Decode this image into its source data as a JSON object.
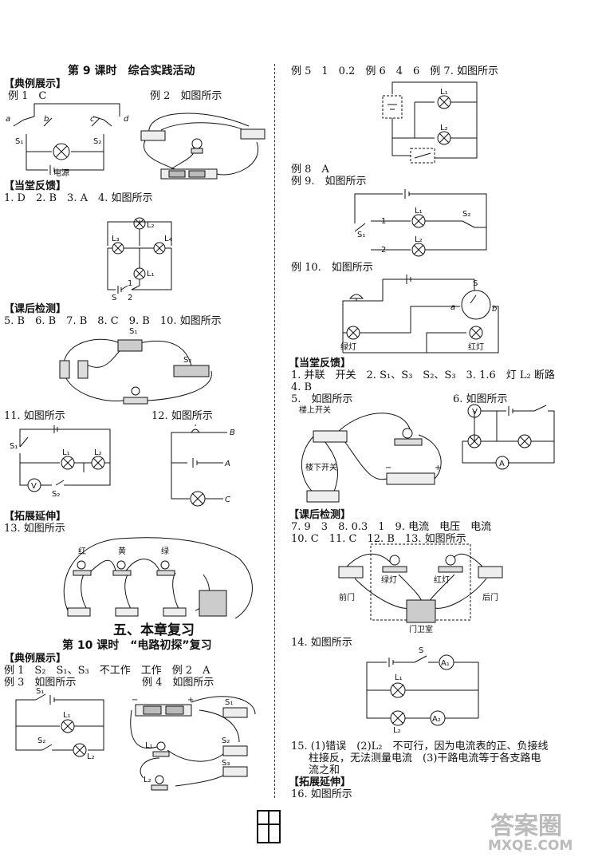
{
  "left": {
    "title": "第 9 课时　综合实践活动",
    "h1": "【典例展示】",
    "ex1": "例 1　C",
    "ex2": "例 2　如图所示",
    "h2": "【当堂反馈】",
    "fb": "1. D　2. B　3. A　4. 如图所示",
    "h3": "【课后检测】",
    "hw": "5. B　6. B　7. B　8. C　9. B　10. 如图所示",
    "q11": "11. 如图所示",
    "q12": "12. 如图所示",
    "h4": "【拓展延伸】",
    "q13": "13. 如图所示",
    "colors": [
      "红",
      "黄",
      "绿"
    ],
    "review": "五、本章复习",
    "title10": "第 10 课时　“电路初探”复习",
    "h5": "【典例展示】",
    "l1": "例 1　S₂　S₁、S₃　不工作　工作　例 2　A",
    "l2": "例 3　如图所示",
    "l2b": "例 4　如图所示"
  },
  "right": {
    "r1": "例 5　1　0.2　例 6　4　6　例 7. 如图所示",
    "r2": "例 8　A",
    "r3": "例 9.　如图所示",
    "r4": "例 10.　如图所示",
    "green": "绿灯",
    "red": "红灯",
    "h1": "【当堂反馈】",
    "f1": "1. 并联　开关　2. S₁、S₃　S₂、S₃　3. 1.6　灯 L₂ 断路",
    "f2": "4. B",
    "f3": "5.　如图所示",
    "f4": "6. 如图所示",
    "upstairs": "楼上开关",
    "downstairs": "楼下开关",
    "h2": "【课后检测】",
    "c1": "7. 9　3　8. 0.3　1　9. 电流　电压　电流",
    "c2": "10. C　11. C　12. B　13. 如图所示",
    "front": "前门",
    "back": "后门",
    "greenlamp": "绿灯",
    "redlamp": "红灯",
    "guard": "门卫室",
    "c3": "14. 如图所示",
    "c4a": "15. (1)错误　(2)L₂　不可行，因为电流表的正、负接线",
    "c4b": "柱接反，无法测量电流　(3)干路电流等于各支路电",
    "c4c": "流之和",
    "h3": "【拓展延伸】",
    "c5": "16. 如图所示"
  },
  "watermark": {
    "brand": "答案圈",
    "site": "MXQE.COM"
  }
}
